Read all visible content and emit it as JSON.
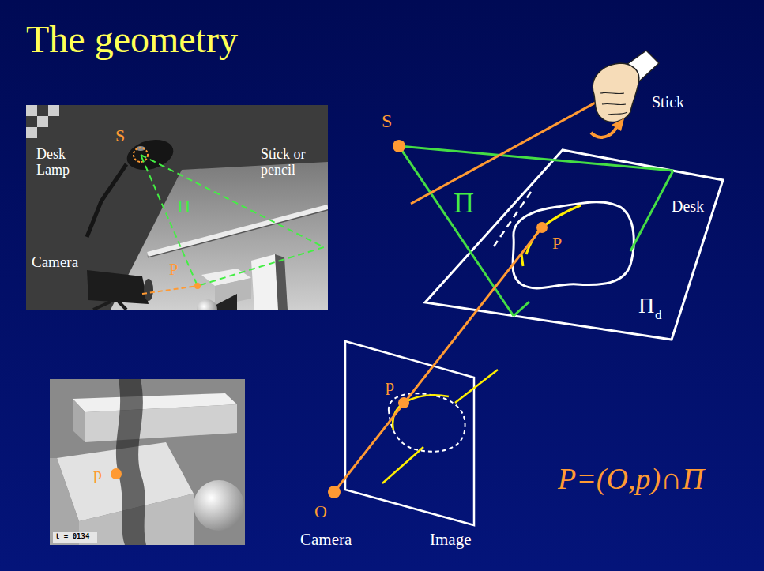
{
  "diagram": {
    "title": "The geometry",
    "labels": [
      "S",
      "Desk Lamp",
      "Stick or pencil",
      "Π",
      "Camera",
      "P",
      "p",
      "t = 0134",
      "Stick",
      "S",
      "Π",
      "Desk",
      "P",
      "Π",
      "d",
      "P=(O,p)∩Π",
      "p",
      "O",
      "Camera",
      "Image"
    ]
  }
}
